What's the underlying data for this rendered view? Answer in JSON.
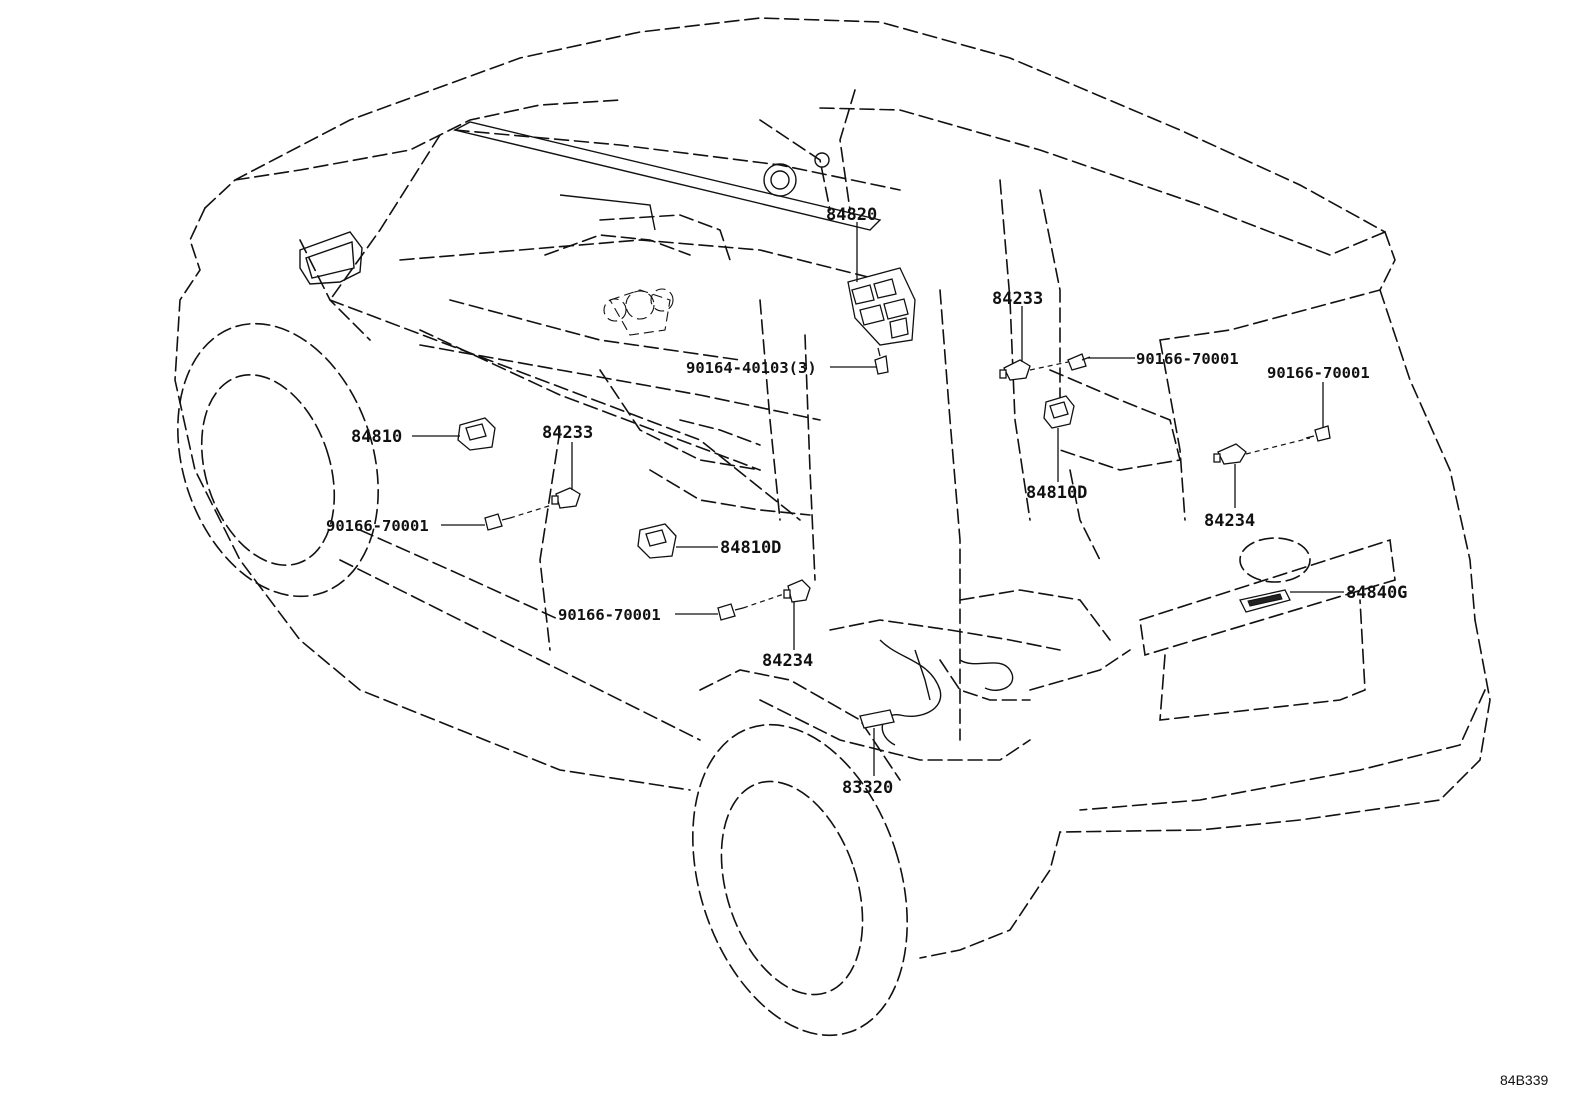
{
  "callouts": {
    "l84820": "84820",
    "l84233_right": "84233",
    "l90166_right1": "90166-70001",
    "l90166_right2": "90166-70001",
    "l90164": "90164-40103(3)",
    "l84810": "84810",
    "l84233_left": "84233",
    "l90166_left1": "90166-70001",
    "l84810D_right": "84810D",
    "l84234_right": "84234",
    "l84810D_center": "84810D",
    "l90166_left2": "90166-70001",
    "l84234_center": "84234",
    "l84840G": "84840G",
    "l83320": "83320"
  },
  "figure_code": "84B339"
}
